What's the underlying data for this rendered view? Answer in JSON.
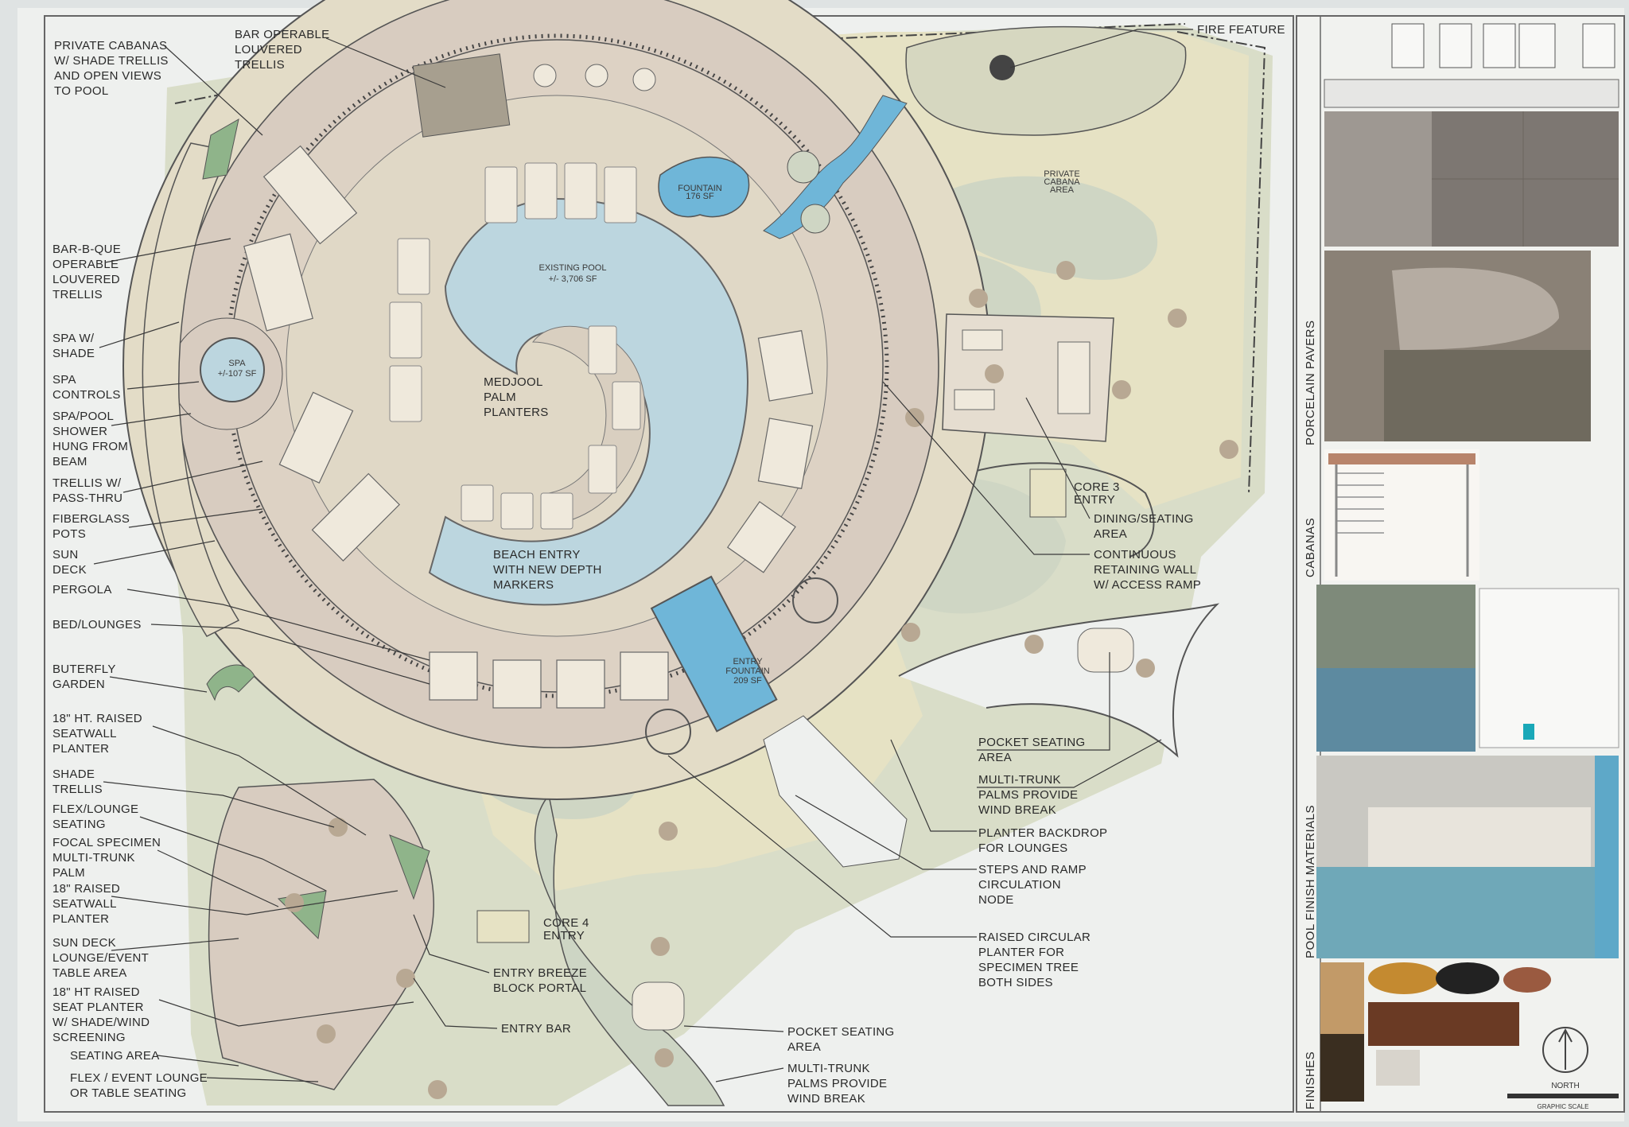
{
  "colors": {
    "paper": "#eef0ee",
    "deck": "#e6e2c4",
    "pavers": "#d8ccc0",
    "lawn": "#cfd6c4",
    "water": "#bcd6df",
    "fountain": "#6fb6d8",
    "planter_green": "#8fb48a",
    "palm": "#b8a893"
  },
  "plan_labels": {
    "pool": [
      "EXISTING POOL",
      "+/- 3,706 SF"
    ],
    "spa": [
      "SPA",
      "+/-107 SF"
    ],
    "fountain_top": [
      "FOUNTAIN",
      "176 SF"
    ],
    "private_cabana": [
      "PRIVATE",
      "CABANA",
      "AREA"
    ],
    "core3": [
      "CORE 3",
      "ENTRY"
    ],
    "core4": [
      "CORE 4",
      "ENTRY"
    ],
    "entry_fountain": [
      "ENTRY",
      "FOUNTAIN",
      "209 SF"
    ],
    "medjool": [
      "MEDJOOL",
      "PALM",
      "PLANTERS"
    ],
    "beach_entry": [
      "BEACH ENTRY",
      "WITH NEW DEPTH",
      "MARKERS"
    ]
  },
  "callouts_top": [
    {
      "lines": [
        "PRIVATE CABANAS",
        "W/ SHADE TRELLIS",
        "AND OPEN VIEWS",
        "TO POOL"
      ]
    },
    {
      "lines": [
        "BAR OPERABLE",
        "LOUVERED",
        "TRELLIS"
      ]
    },
    {
      "lines": [
        "FIRE FEATURE"
      ]
    }
  ],
  "callouts_left": [
    {
      "lines": [
        "BAR-B-QUE",
        "OPERABLE",
        "LOUVERED",
        "TRELLIS"
      ]
    },
    {
      "lines": [
        "SPA W/",
        "SHADE"
      ]
    },
    {
      "lines": [
        "SPA",
        "CONTROLS"
      ]
    },
    {
      "lines": [
        "SPA/POOL",
        "SHOWER",
        "HUNG FROM",
        "BEAM"
      ]
    },
    {
      "lines": [
        "TRELLIS W/",
        "PASS-THRU"
      ]
    },
    {
      "lines": [
        "FIBERGLASS",
        "POTS"
      ]
    },
    {
      "lines": [
        "SUN",
        "DECK"
      ]
    },
    {
      "lines": [
        "PERGOLA"
      ]
    },
    {
      "lines": [
        "BED/LOUNGES"
      ]
    },
    {
      "lines": [
        "BUTERFLY",
        "GARDEN"
      ]
    },
    {
      "lines": [
        "18\" HT. RAISED",
        "SEATWALL",
        "PLANTER"
      ]
    },
    {
      "lines": [
        "SHADE",
        "TRELLIS"
      ]
    },
    {
      "lines": [
        "FLEX/LOUNGE",
        "SEATING"
      ]
    },
    {
      "lines": [
        "FOCAL SPECIMEN",
        "MULTI-TRUNK",
        "PALM"
      ]
    },
    {
      "lines": [
        "18\" RAISED",
        "SEATWALL",
        "PLANTER"
      ]
    },
    {
      "lines": [
        "SUN DECK",
        "LOUNGE/EVENT",
        "TABLE AREA"
      ]
    },
    {
      "lines": [
        "18\" HT RAISED",
        "SEAT PLANTER",
        "W/ SHADE/WIND",
        "SCREENING"
      ]
    },
    {
      "lines": [
        "SEATING AREA"
      ]
    },
    {
      "lines": [
        "FLEX / EVENT LOUNGE",
        "OR TABLE SEATING"
      ]
    }
  ],
  "callouts_right": [
    {
      "lines": [
        "DINING/SEATING",
        "AREA"
      ]
    },
    {
      "lines": [
        "CONTINUOUS",
        "RETAINING WALL",
        "W/ ACCESS RAMP"
      ]
    },
    {
      "lines": [
        "POCKET SEATING",
        "AREA"
      ]
    },
    {
      "lines": [
        "MULTI-TRUNK",
        "PALMS PROVIDE",
        "WIND BREAK"
      ]
    },
    {
      "lines": [
        "PLANTER BACKDROP",
        "FOR LOUNGES"
      ]
    },
    {
      "lines": [
        "STEPS AND RAMP",
        "CIRCULATION",
        "NODE"
      ]
    },
    {
      "lines": [
        "RAISED CIRCULAR",
        "PLANTER FOR",
        "SPECIMEN TREE",
        "BOTH SIDES"
      ]
    }
  ],
  "callouts_bottom": [
    {
      "lines": [
        "ENTRY BREEZE",
        "BLOCK PORTAL"
      ]
    },
    {
      "lines": [
        "ENTRY BAR"
      ]
    },
    {
      "lines": [
        "POCKET SEATING",
        "AREA"
      ]
    },
    {
      "lines": [
        "MULTI-TRUNK",
        "PALMS PROVIDE",
        "WIND BREAK"
      ]
    }
  ],
  "sidebar_sections": [
    "PORCELAIN PAVERS",
    "CABANAS",
    "POOL FINISH MATERIALS",
    "FINISHES"
  ],
  "north_label": "NORTH",
  "scale_label": "GRAPHIC SCALE"
}
